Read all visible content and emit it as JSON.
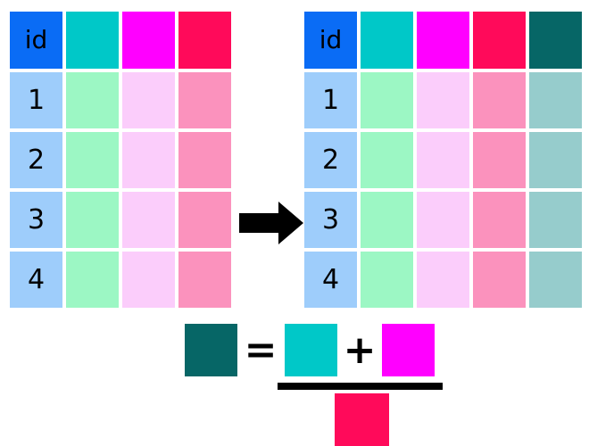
{
  "diagram": {
    "title": "Derived column computation diagram",
    "colors": {
      "header_id": "#0a6cf5",
      "header_a": "#00c8c8",
      "header_b": "#ff00ff",
      "header_c": "#ff0a5a",
      "header_derived": "#066666",
      "body_id": "#9ecdfb",
      "body_a": "#9cf7c4",
      "body_b": "#fbcdfb",
      "body_c": "#fb92bd",
      "body_derived": "#96cccc",
      "ink": "#000000",
      "background": "#ffffff"
    },
    "left_table": {
      "name": "source-table",
      "columns": [
        {
          "key": "id",
          "header_label": "id",
          "header_color": "#0a6cf5",
          "body_color": "#9ecdfb",
          "show_text": true
        },
        {
          "key": "a",
          "header_label": "",
          "header_color": "#00c8c8",
          "body_color": "#9cf7c4",
          "show_text": false
        },
        {
          "key": "b",
          "header_label": "",
          "header_color": "#ff00ff",
          "body_color": "#fbcdfb",
          "show_text": false
        },
        {
          "key": "c",
          "header_label": "",
          "header_color": "#ff0a5a",
          "body_color": "#fb92bd",
          "show_text": false
        }
      ],
      "rows": [
        {
          "id": "1"
        },
        {
          "id": "2"
        },
        {
          "id": "3"
        },
        {
          "id": "4"
        }
      ]
    },
    "right_table": {
      "name": "result-table",
      "columns": [
        {
          "key": "id",
          "header_label": "id",
          "header_color": "#0a6cf5",
          "body_color": "#9ecdfb",
          "show_text": true
        },
        {
          "key": "a",
          "header_label": "",
          "header_color": "#00c8c8",
          "body_color": "#9cf7c4",
          "show_text": false
        },
        {
          "key": "b",
          "header_label": "",
          "header_color": "#ff00ff",
          "body_color": "#fbcdfb",
          "show_text": false
        },
        {
          "key": "c",
          "header_label": "",
          "header_color": "#ff0a5a",
          "body_color": "#fb92bd",
          "show_text": false
        },
        {
          "key": "derived",
          "header_label": "",
          "header_color": "#066666",
          "body_color": "#96cccc",
          "show_text": false
        }
      ],
      "rows": [
        {
          "id": "1"
        },
        {
          "id": "2"
        },
        {
          "id": "3"
        },
        {
          "id": "4"
        }
      ]
    },
    "arrow": {
      "name": "transform-arrow",
      "direction": "right",
      "color": "#000000"
    },
    "formula": {
      "name": "derived-column-formula",
      "result_swatch_color": "#066666",
      "equals_symbol": "=",
      "plus_symbol": "+",
      "numerator": [
        {
          "color": "#00c8c8",
          "name": "cyan-term"
        },
        {
          "color": "#ff00ff",
          "name": "magenta-term"
        }
      ],
      "denominator": [
        {
          "color": "#ff0a5a",
          "name": "crimson-term"
        }
      ],
      "fraction_bar_color": "#000000"
    }
  }
}
